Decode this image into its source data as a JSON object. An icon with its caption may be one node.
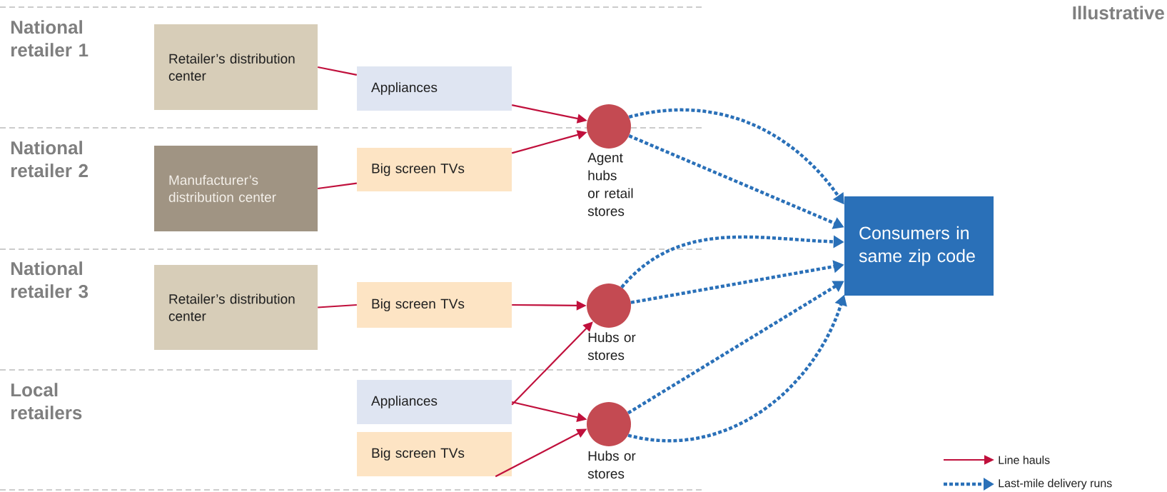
{
  "diagram": {
    "nodes": [
      {
        "text": [
          "Retailer’s distribution center"
        ]
      },
      {
        "text": [
          "Appliances"
        ]
      },
      {
        "text": [
          "Manufacturer’s distribution center"
        ]
      },
      {
        "text": [
          "Big screen TVs"
        ]
      },
      {
        "text": [
          "Retailer’s distribution center"
        ]
      },
      {
        "text": [
          "Big screen TVs"
        ]
      },
      {
        "text": [
          "Appliances"
        ]
      },
      {
        "text": [
          "Big screen TVs"
        ]
      },
      {
        "text": [],
        "shape": "circle",
        "beside": [
          "Agent hubs or retail stores"
        ]
      },
      {
        "text": [],
        "shape": "circle",
        "beside": [
          "Hubs or stores"
        ]
      },
      {
        "text": [],
        "shape": "circle",
        "beside": [
          "Hubs or stores"
        ]
      },
      {
        "text": [
          "Consumers in same zip code"
        ]
      }
    ],
    "edges": [
      {
        "from": 0,
        "to": 1,
        "arrow": "none"
      },
      {
        "from": 1,
        "to": 8,
        "arrow": "to"
      },
      {
        "from": 2,
        "to": 3,
        "arrow": "none"
      },
      {
        "from": 3,
        "to": 8,
        "arrow": "to"
      },
      {
        "from": 4,
        "to": 5,
        "arrow": "none"
      },
      {
        "from": 5,
        "to": 9,
        "arrow": "to"
      },
      {
        "from": 6,
        "to": 9,
        "arrow": "to"
      },
      {
        "from": 6,
        "to": 10,
        "arrow": "to"
      },
      {
        "from": 7,
        "to": 10,
        "arrow": "to"
      },
      {
        "from": 8,
        "to": 11,
        "arrow": "to",
        "style": "dashed",
        "color": "#2a70b8"
      },
      {
        "from": 8,
        "to": 11,
        "arrow": "to",
        "style": "dashed",
        "color": "#2a70b8"
      },
      {
        "from": 9,
        "to": 11,
        "arrow": "to",
        "style": "dashed",
        "color": "#2a70b8"
      },
      {
        "from": 9,
        "to": 11,
        "arrow": "to",
        "style": "dashed",
        "color": "#2a70b8"
      },
      {
        "from": 10,
        "to": 11,
        "arrow": "to",
        "style": "dashed",
        "color": "#2a70b8"
      },
      {
        "from": 10,
        "to": 11,
        "arrow": "to",
        "style": "dashed",
        "color": "#2a70b8"
      }
    ],
    "labels": [
      "Illustrative",
      "National retailer 1",
      "National retailer 2",
      "National retailer 3",
      "Local retailers"
    ],
    "legend": [
      {
        "text": "Line hauls"
      },
      {
        "text": "Last-mile delivery runs"
      }
    ]
  }
}
